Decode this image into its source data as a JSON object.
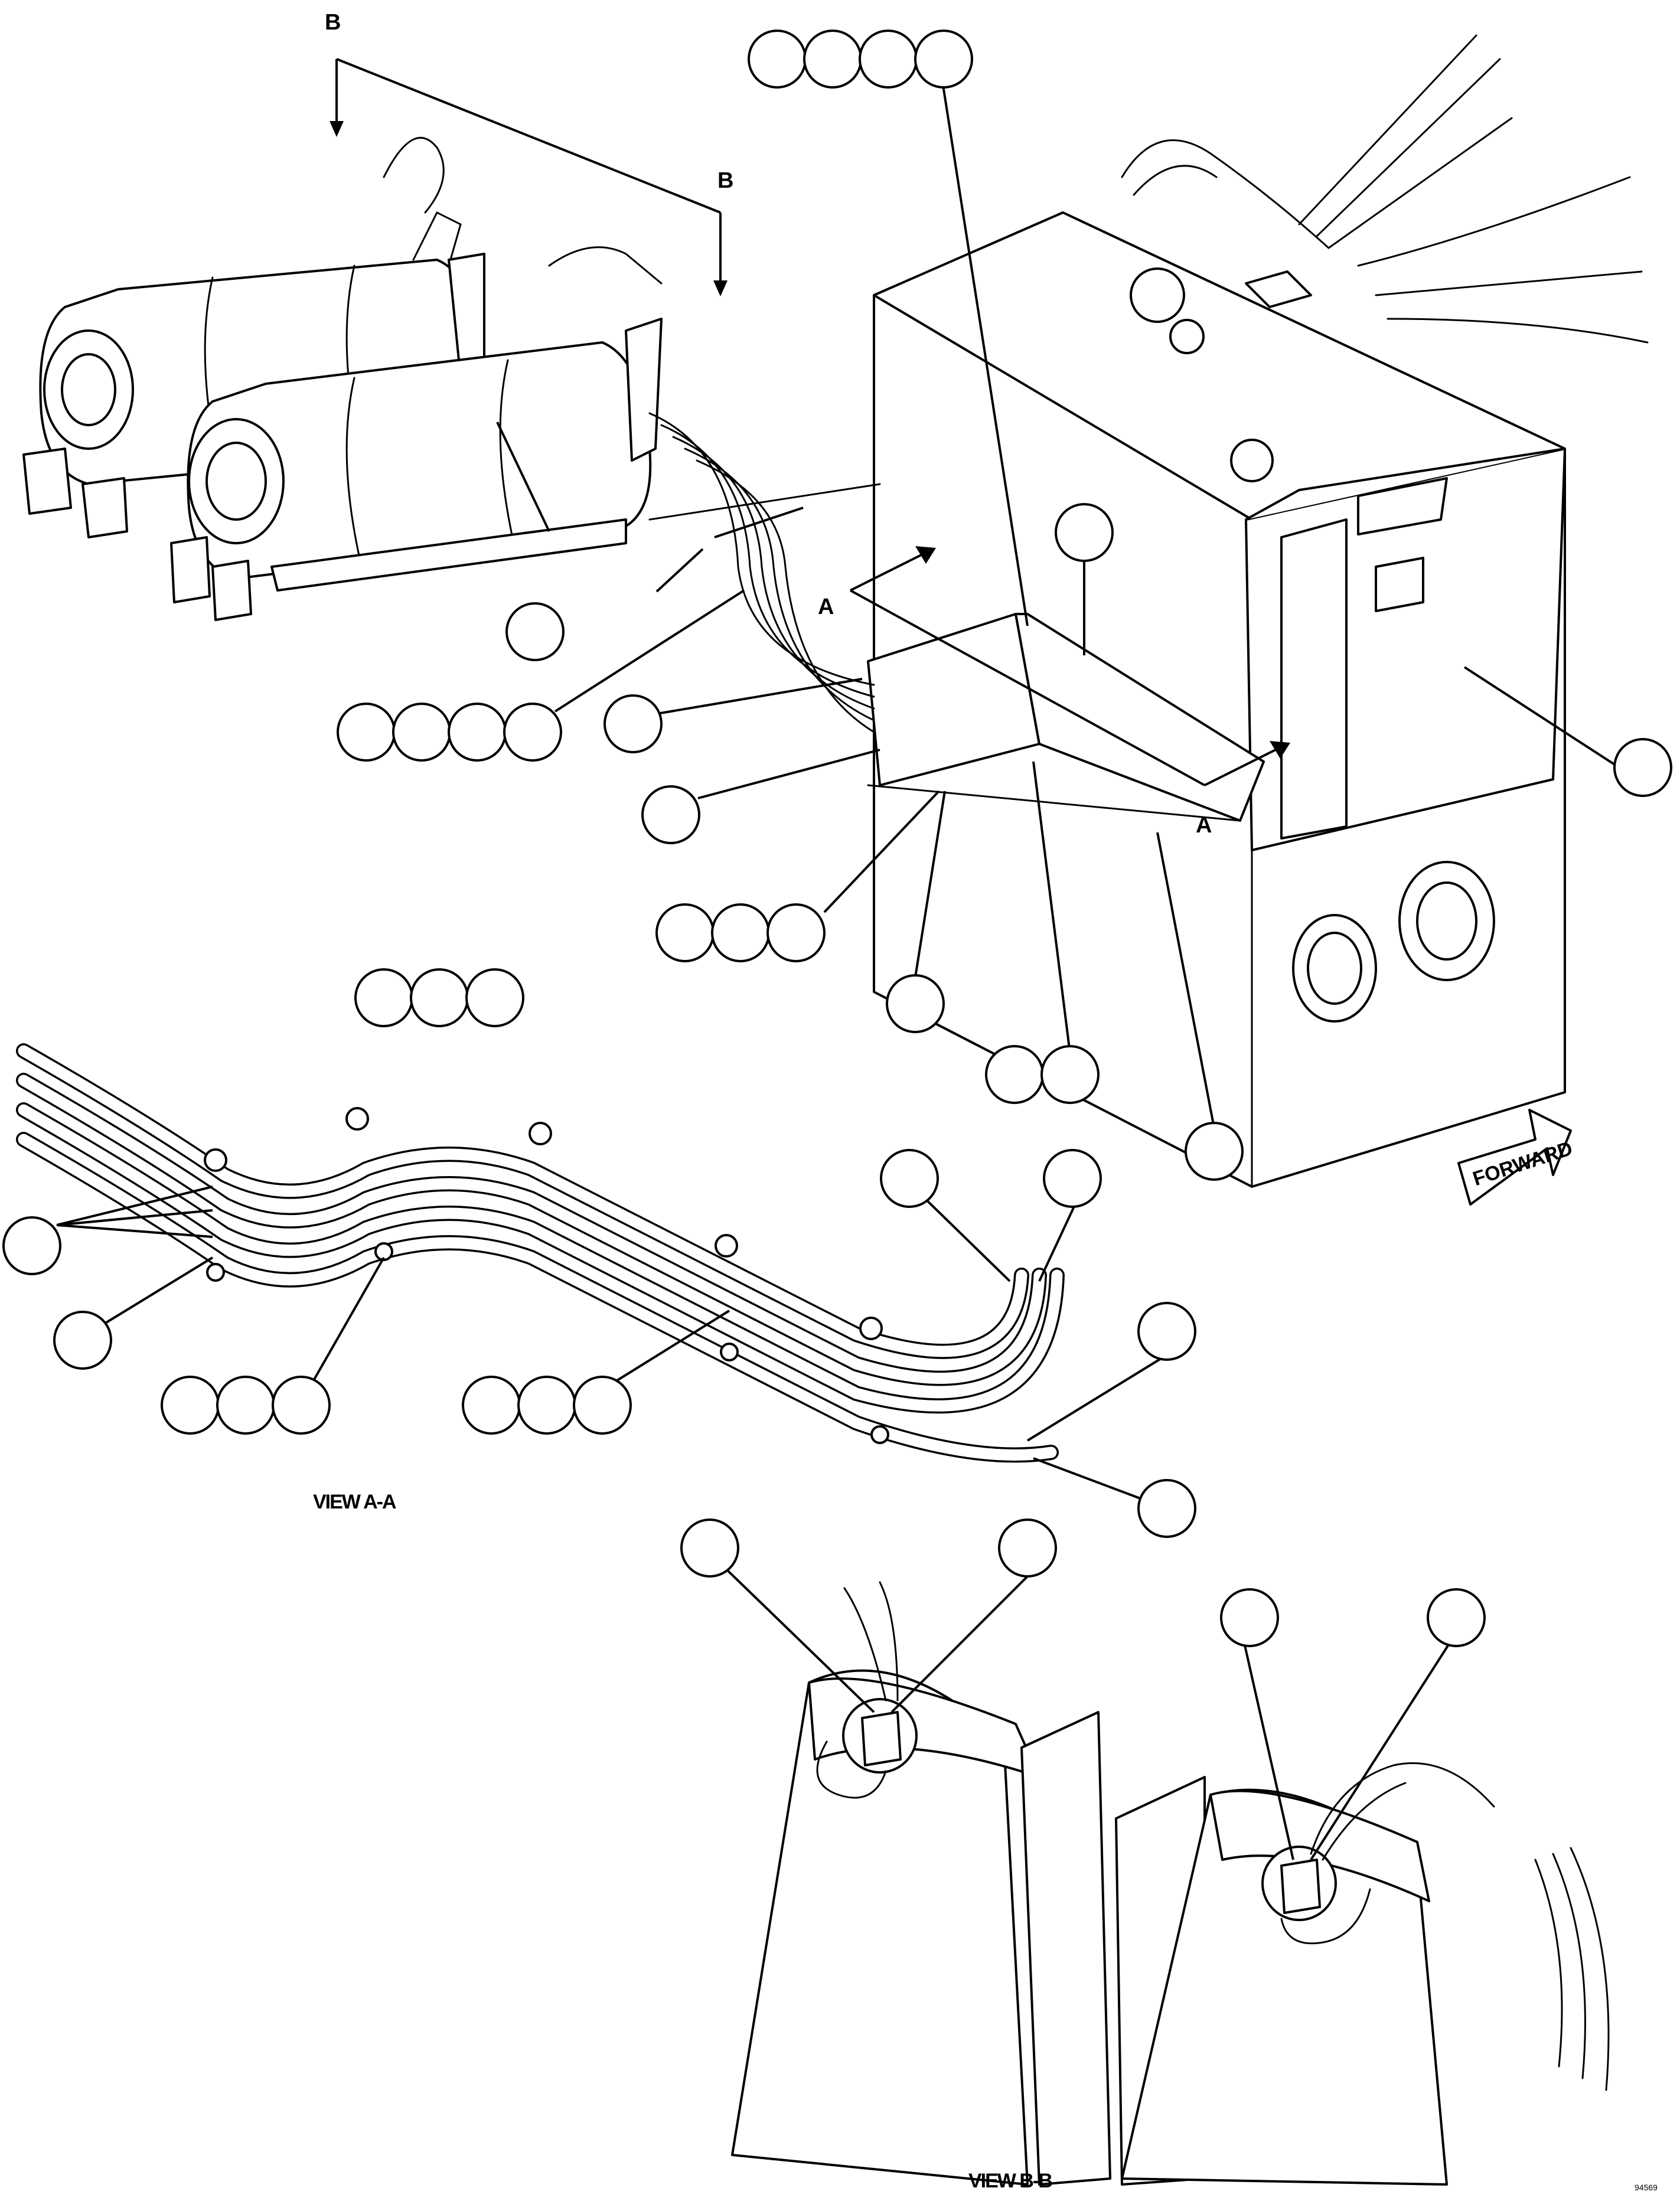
{
  "labels": {
    "section_b_top": "B",
    "section_b_side": "B",
    "section_a_left": "A",
    "section_a_right": "A",
    "view_a": "VIEW A-A",
    "view_b": "VIEW B-B",
    "forward": "FORWARD",
    "drawing_number": "94569"
  },
  "colors": {
    "line": "#000000",
    "background": "#ffffff"
  }
}
